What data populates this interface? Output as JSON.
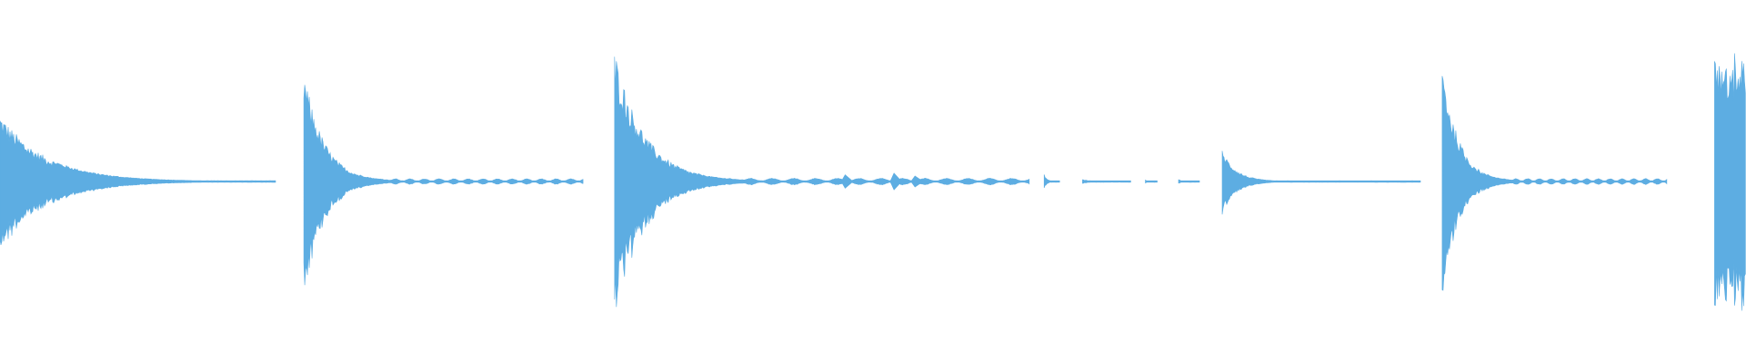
{
  "waveform": {
    "color": "#5DADE2",
    "background": "#FFFFFF",
    "baseline": "center",
    "segments": [
      {
        "start": 0.0,
        "end": 0.158,
        "peak": 0.34,
        "decay": "fast"
      },
      {
        "start": 0.174,
        "end": 0.334,
        "peak": 0.56,
        "decay": "medium"
      },
      {
        "start": 0.352,
        "end": 0.59,
        "peak": 0.66,
        "decay": "medium"
      },
      {
        "start": 0.598,
        "end": 0.607,
        "peak": 0.04,
        "decay": "fast"
      },
      {
        "start": 0.62,
        "end": 0.648,
        "peak": 0.01,
        "decay": "fast"
      },
      {
        "start": 0.656,
        "end": 0.663,
        "peak": 0.01,
        "decay": "fast"
      },
      {
        "start": 0.675,
        "end": 0.687,
        "peak": 0.01,
        "decay": "fast"
      },
      {
        "start": 0.7,
        "end": 0.814,
        "peak": 0.16,
        "decay": "medium"
      },
      {
        "start": 0.826,
        "end": 0.955,
        "peak": 0.6,
        "decay": "medium"
      },
      {
        "start": 0.982,
        "end": 1.0,
        "peak": 0.66,
        "decay": "none"
      }
    ],
    "bursts": [
      0.484,
      0.512,
      0.524
    ]
  }
}
